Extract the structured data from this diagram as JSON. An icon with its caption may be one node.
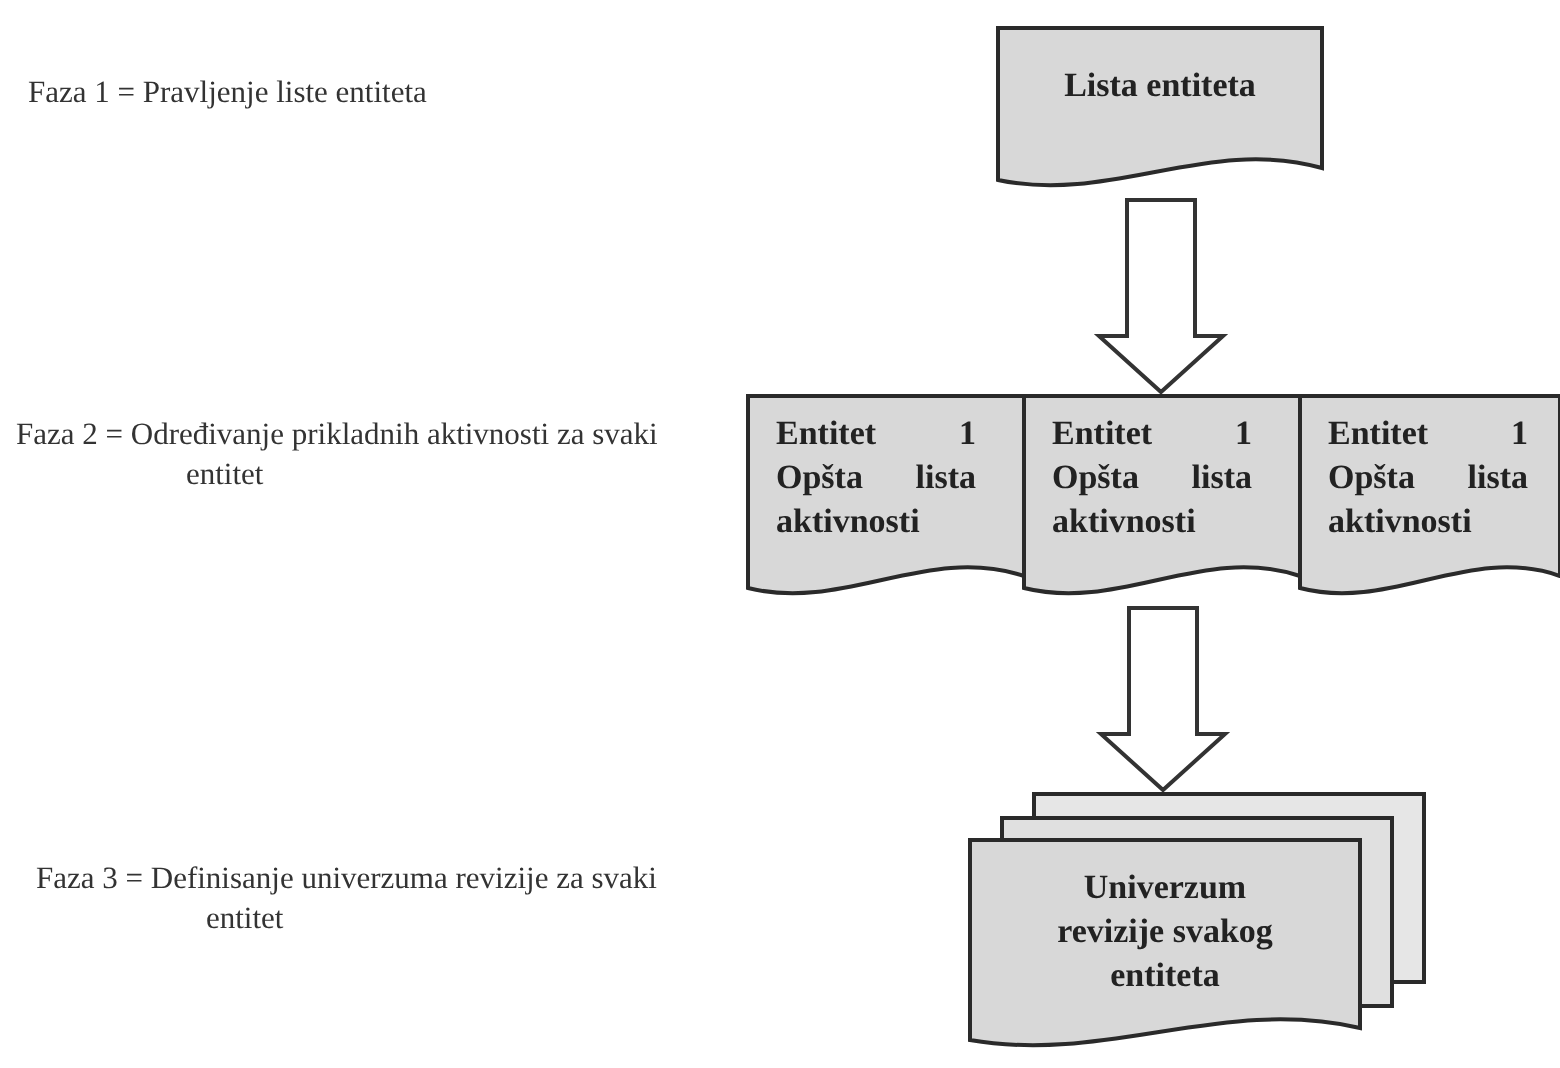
{
  "diagram": {
    "nodes": [
      {
        "text": [
          "Lista entiteta"
        ]
      },
      {
        "text": [
          "Entitet 1 Opšta lista aktivnosti"
        ]
      },
      {
        "text": [
          "Entitet 1 Opšta lista aktivnosti"
        ]
      },
      {
        "text": [
          "Entitet 1 Opšta lista aktivnosti"
        ]
      },
      {
        "text": [
          "Univerzum revizije svakog entiteta"
        ]
      }
    ],
    "edges": [
      {
        "from": 0,
        "to": 2,
        "arrow": "to"
      },
      {
        "from": 2,
        "to": 4,
        "arrow": "to"
      }
    ],
    "labels": [
      "Faza 1 = Pravljenje liste entiteta",
      "Faza 2 = Određivanje prikladnih aktivnosti za svaki entitet",
      "Faza 3 = Definisanje univerzuma revizije za svaki entitet"
    ]
  }
}
